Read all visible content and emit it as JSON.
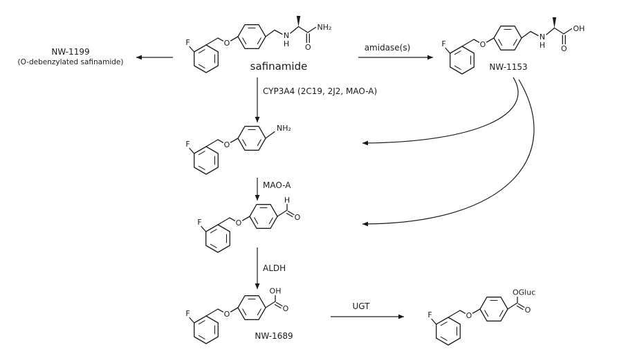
{
  "diagram": {
    "background": "#ffffff",
    "ink": "#1a1a1a"
  },
  "labels": {
    "nw1199_line1": "NW-1199",
    "nw1199_line2": "(O-debenzylated safinamide)",
    "safinamide": "safinamide",
    "nw1153": "NW-1153",
    "nw1689": "NW-1689"
  },
  "enzymes": {
    "amidase": "amidase(s)",
    "cyp3a4": "CYP3A4 (2C19, 2J2, MAO-A)",
    "mao_a": "MAO-A",
    "aldh": "ALDH",
    "ugt": "UGT"
  },
  "atoms": {
    "F": "F",
    "O": "O",
    "N": "N",
    "H": "H",
    "OH": "OH",
    "NH2": "NH₂",
    "OGluc": "OGluc"
  }
}
